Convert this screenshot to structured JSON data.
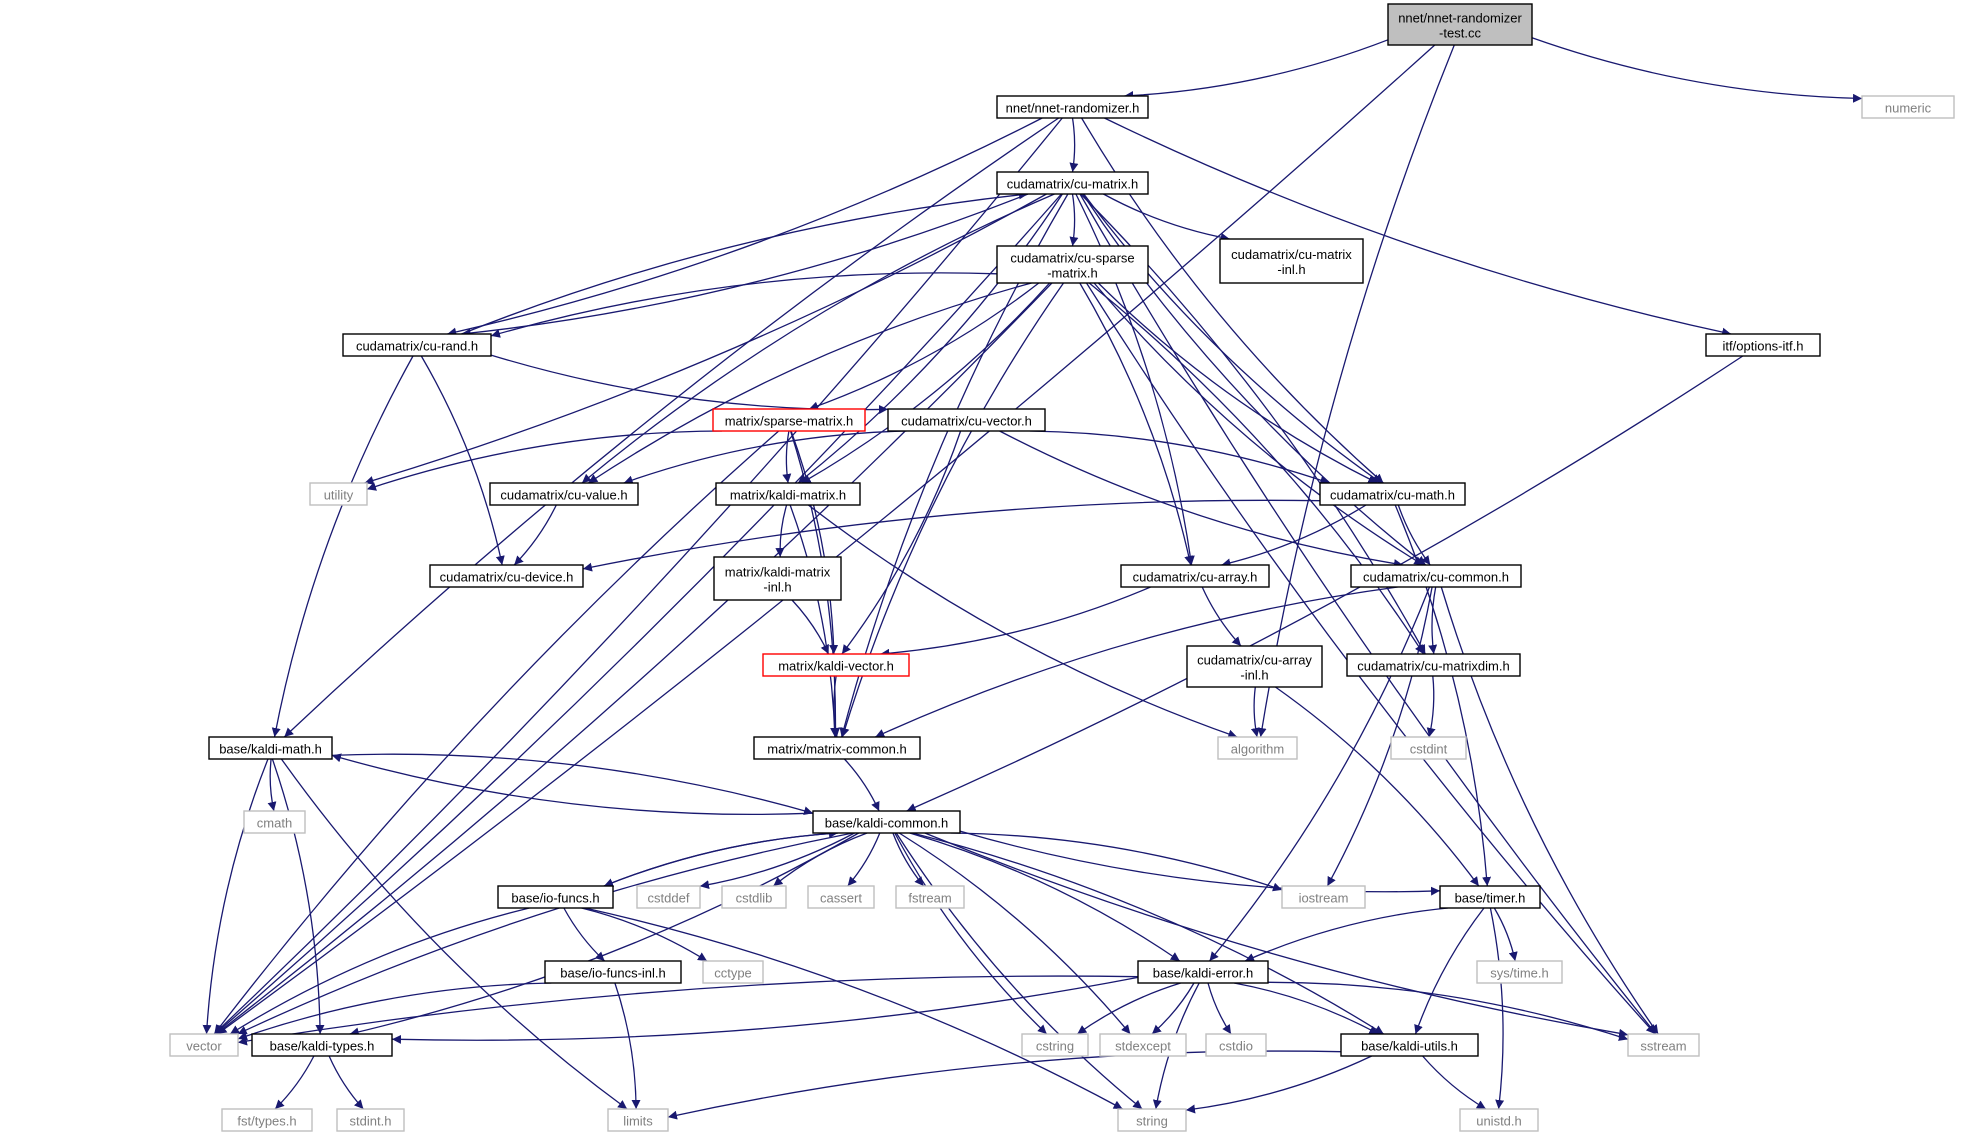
{
  "diagram": {
    "type": "include-dependency-graph",
    "colors": {
      "edge": "#191970",
      "root_fill": "#bfbfbf",
      "incomplete_border": "#ff0000",
      "external_border": "#bfbfbf",
      "external_text": "#808080"
    },
    "nodes": [
      {
        "id": "root",
        "lines": [
          "nnet/nnet-randomizer",
          "-test.cc"
        ],
        "kind": "root"
      },
      {
        "id": "nnet_randomizer_h",
        "lines": [
          "nnet/nnet-randomizer.h"
        ],
        "kind": "file"
      },
      {
        "id": "numeric",
        "lines": [
          "numeric"
        ],
        "kind": "external"
      },
      {
        "id": "cu_matrix_h",
        "lines": [
          "cudamatrix/cu-matrix.h"
        ],
        "kind": "file"
      },
      {
        "id": "cu_sparse_matrix_h",
        "lines": [
          "cudamatrix/cu-sparse",
          "-matrix.h"
        ],
        "kind": "file"
      },
      {
        "id": "cu_matrix_inl_h",
        "lines": [
          "cudamatrix/cu-matrix",
          "-inl.h"
        ],
        "kind": "file"
      },
      {
        "id": "options_itf_h",
        "lines": [
          "itf/options-itf.h"
        ],
        "kind": "file"
      },
      {
        "id": "cu_rand_h",
        "lines": [
          "cudamatrix/cu-rand.h"
        ],
        "kind": "file"
      },
      {
        "id": "sparse_matrix_h",
        "lines": [
          "matrix/sparse-matrix.h"
        ],
        "kind": "incomplete"
      },
      {
        "id": "cu_vector_h",
        "lines": [
          "cudamatrix/cu-vector.h"
        ],
        "kind": "file"
      },
      {
        "id": "utility",
        "lines": [
          "utility"
        ],
        "kind": "external"
      },
      {
        "id": "cu_value_h",
        "lines": [
          "cudamatrix/cu-value.h"
        ],
        "kind": "file"
      },
      {
        "id": "kaldi_matrix_h",
        "lines": [
          "matrix/kaldi-matrix.h"
        ],
        "kind": "file"
      },
      {
        "id": "cu_math_h",
        "lines": [
          "cudamatrix/cu-math.h"
        ],
        "kind": "file"
      },
      {
        "id": "cu_device_h",
        "lines": [
          "cudamatrix/cu-device.h"
        ],
        "kind": "file"
      },
      {
        "id": "kaldi_matrix_inl_h",
        "lines": [
          "matrix/kaldi-matrix",
          "-inl.h"
        ],
        "kind": "file"
      },
      {
        "id": "cu_array_h",
        "lines": [
          "cudamatrix/cu-array.h"
        ],
        "kind": "file"
      },
      {
        "id": "cu_common_h",
        "lines": [
          "cudamatrix/cu-common.h"
        ],
        "kind": "file"
      },
      {
        "id": "kaldi_vector_h",
        "lines": [
          "matrix/kaldi-vector.h"
        ],
        "kind": "incomplete"
      },
      {
        "id": "cu_array_inl_h",
        "lines": [
          "cudamatrix/cu-array",
          "-inl.h"
        ],
        "kind": "file"
      },
      {
        "id": "cu_matrixdim_h",
        "lines": [
          "cudamatrix/cu-matrixdim.h"
        ],
        "kind": "file"
      },
      {
        "id": "kaldi_math_h",
        "lines": [
          "base/kaldi-math.h"
        ],
        "kind": "file"
      },
      {
        "id": "matrix_common_h",
        "lines": [
          "matrix/matrix-common.h"
        ],
        "kind": "file"
      },
      {
        "id": "algorithm",
        "lines": [
          "algorithm"
        ],
        "kind": "external"
      },
      {
        "id": "cstdint",
        "lines": [
          "cstdint"
        ],
        "kind": "external"
      },
      {
        "id": "cmath",
        "lines": [
          "cmath"
        ],
        "kind": "external"
      },
      {
        "id": "kaldi_common_h",
        "lines": [
          "base/kaldi-common.h"
        ],
        "kind": "file"
      },
      {
        "id": "io_funcs_h",
        "lines": [
          "base/io-funcs.h"
        ],
        "kind": "file"
      },
      {
        "id": "cstddef",
        "lines": [
          "cstddef"
        ],
        "kind": "external"
      },
      {
        "id": "cstdlib",
        "lines": [
          "cstdlib"
        ],
        "kind": "external"
      },
      {
        "id": "cassert",
        "lines": [
          "cassert"
        ],
        "kind": "external"
      },
      {
        "id": "fstream",
        "lines": [
          "fstream"
        ],
        "kind": "external"
      },
      {
        "id": "iostream",
        "lines": [
          "iostream"
        ],
        "kind": "external"
      },
      {
        "id": "timer_h",
        "lines": [
          "base/timer.h"
        ],
        "kind": "file"
      },
      {
        "id": "io_funcs_inl_h",
        "lines": [
          "base/io-funcs-inl.h"
        ],
        "kind": "file"
      },
      {
        "id": "cctype",
        "lines": [
          "cctype"
        ],
        "kind": "external"
      },
      {
        "id": "kaldi_error_h",
        "lines": [
          "base/kaldi-error.h"
        ],
        "kind": "file"
      },
      {
        "id": "sys_time_h",
        "lines": [
          "sys/time.h"
        ],
        "kind": "external"
      },
      {
        "id": "vector",
        "lines": [
          "vector"
        ],
        "kind": "external"
      },
      {
        "id": "kaldi_types_h",
        "lines": [
          "base/kaldi-types.h"
        ],
        "kind": "file"
      },
      {
        "id": "cstring",
        "lines": [
          "cstring"
        ],
        "kind": "external"
      },
      {
        "id": "stdexcept",
        "lines": [
          "stdexcept"
        ],
        "kind": "external"
      },
      {
        "id": "cstdio",
        "lines": [
          "cstdio"
        ],
        "kind": "external"
      },
      {
        "id": "kaldi_utils_h",
        "lines": [
          "base/kaldi-utils.h"
        ],
        "kind": "file"
      },
      {
        "id": "sstream",
        "lines": [
          "sstream"
        ],
        "kind": "external"
      },
      {
        "id": "fst_types_h",
        "lines": [
          "fst/types.h"
        ],
        "kind": "external"
      },
      {
        "id": "stdint_h",
        "lines": [
          "stdint.h"
        ],
        "kind": "external"
      },
      {
        "id": "limits",
        "lines": [
          "limits"
        ],
        "kind": "external"
      },
      {
        "id": "string",
        "lines": [
          "string"
        ],
        "kind": "external"
      },
      {
        "id": "unistd_h",
        "lines": [
          "unistd.h"
        ],
        "kind": "external"
      }
    ],
    "edges": [
      [
        "root",
        "nnet_randomizer_h"
      ],
      [
        "root",
        "numeric"
      ],
      [
        "root",
        "vector"
      ],
      [
        "root",
        "algorithm"
      ],
      [
        "nnet_randomizer_h",
        "cu_matrix_h"
      ],
      [
        "nnet_randomizer_h",
        "options_itf_h"
      ],
      [
        "nnet_randomizer_h",
        "vector"
      ],
      [
        "nnet_randomizer_h",
        "kaldi_math_h"
      ],
      [
        "nnet_randomizer_h",
        "cu_rand_h"
      ],
      [
        "nnet_randomizer_h",
        "cu_math_h"
      ],
      [
        "cu_matrix_h",
        "cu_sparse_matrix_h"
      ],
      [
        "cu_matrix_h",
        "cu_matrix_inl_h"
      ],
      [
        "cu_matrix_h",
        "cu_rand_h"
      ],
      [
        "cu_matrix_h",
        "cu_value_h"
      ],
      [
        "cu_matrix_h",
        "kaldi_matrix_h"
      ],
      [
        "cu_matrix_h",
        "cu_math_h"
      ],
      [
        "cu_matrix_h",
        "cu_array_h"
      ],
      [
        "cu_matrix_h",
        "cu_common_h"
      ],
      [
        "cu_matrix_h",
        "cu_matrixdim_h"
      ],
      [
        "cu_matrix_h",
        "matrix_common_h"
      ],
      [
        "cu_matrix_h",
        "vector"
      ],
      [
        "cu_matrix_h",
        "sstream"
      ],
      [
        "cu_matrix_h",
        "utility"
      ],
      [
        "cu_sparse_matrix_h",
        "cu_rand_h"
      ],
      [
        "cu_sparse_matrix_h",
        "sparse_matrix_h"
      ],
      [
        "cu_sparse_matrix_h",
        "cu_value_h"
      ],
      [
        "cu_sparse_matrix_h",
        "kaldi_matrix_h"
      ],
      [
        "cu_sparse_matrix_h",
        "cu_math_h"
      ],
      [
        "cu_sparse_matrix_h",
        "cu_array_h"
      ],
      [
        "cu_sparse_matrix_h",
        "cu_common_h"
      ],
      [
        "cu_sparse_matrix_h",
        "cu_matrixdim_h"
      ],
      [
        "cu_sparse_matrix_h",
        "matrix_common_h"
      ],
      [
        "cu_sparse_matrix_h",
        "vector"
      ],
      [
        "cu_sparse_matrix_h",
        "sstream"
      ],
      [
        "cu_rand_h",
        "cu_matrix_h"
      ],
      [
        "cu_rand_h",
        "cu_vector_h"
      ],
      [
        "cu_rand_h",
        "cu_device_h"
      ],
      [
        "cu_rand_h",
        "kaldi_math_h"
      ],
      [
        "options_itf_h",
        "kaldi_common_h"
      ],
      [
        "sparse_matrix_h",
        "kaldi_matrix_h"
      ],
      [
        "sparse_matrix_h",
        "kaldi_vector_h"
      ],
      [
        "sparse_matrix_h",
        "utility"
      ],
      [
        "sparse_matrix_h",
        "matrix_common_h"
      ],
      [
        "sparse_matrix_h",
        "vector"
      ],
      [
        "cu_vector_h",
        "cu_math_h"
      ],
      [
        "cu_vector_h",
        "cu_value_h"
      ],
      [
        "cu_vector_h",
        "kaldi_vector_h"
      ],
      [
        "cu_vector_h",
        "cu_common_h"
      ],
      [
        "cu_value_h",
        "cu_device_h"
      ],
      [
        "kaldi_matrix_h",
        "kaldi_matrix_inl_h"
      ],
      [
        "kaldi_matrix_h",
        "matrix_common_h"
      ],
      [
        "kaldi_matrix_h",
        "algorithm"
      ],
      [
        "kaldi_matrix_inl_h",
        "kaldi_vector_h"
      ],
      [
        "cu_math_h",
        "cu_common_h"
      ],
      [
        "cu_math_h",
        "cu_array_h"
      ],
      [
        "cu_math_h",
        "cu_device_h"
      ],
      [
        "cu_math_h",
        "timer_h"
      ],
      [
        "cu_array_h",
        "cu_array_inl_h"
      ],
      [
        "cu_array_h",
        "kaldi_vector_h"
      ],
      [
        "cu_array_inl_h",
        "algorithm"
      ],
      [
        "cu_array_inl_h",
        "timer_h"
      ],
      [
        "cu_common_h",
        "cu_matrixdim_h"
      ],
      [
        "cu_common_h",
        "iostream"
      ],
      [
        "cu_common_h",
        "sstream"
      ],
      [
        "cu_common_h",
        "kaldi_error_h"
      ],
      [
        "cu_common_h",
        "matrix_common_h"
      ],
      [
        "cu_matrixdim_h",
        "cstdint"
      ],
      [
        "kaldi_vector_h",
        "matrix_common_h"
      ],
      [
        "matrix_common_h",
        "kaldi_common_h"
      ],
      [
        "kaldi_math_h",
        "cmath"
      ],
      [
        "kaldi_math_h",
        "kaldi_common_h"
      ],
      [
        "kaldi_math_h",
        "vector"
      ],
      [
        "kaldi_math_h",
        "kaldi_types_h"
      ],
      [
        "kaldi_math_h",
        "limits"
      ],
      [
        "kaldi_common_h",
        "kaldi_math_h"
      ],
      [
        "kaldi_common_h",
        "io_funcs_h"
      ],
      [
        "kaldi_common_h",
        "cstddef"
      ],
      [
        "kaldi_common_h",
        "cstdlib"
      ],
      [
        "kaldi_common_h",
        "cassert"
      ],
      [
        "kaldi_common_h",
        "fstream"
      ],
      [
        "kaldi_common_h",
        "iostream"
      ],
      [
        "kaldi_common_h",
        "timer_h"
      ],
      [
        "kaldi_common_h",
        "kaldi_error_h"
      ],
      [
        "kaldi_common_h",
        "vector"
      ],
      [
        "kaldi_common_h",
        "kaldi_types_h"
      ],
      [
        "kaldi_common_h",
        "cstring"
      ],
      [
        "kaldi_common_h",
        "stdexcept"
      ],
      [
        "kaldi_common_h",
        "string"
      ],
      [
        "kaldi_common_h",
        "kaldi_utils_h"
      ],
      [
        "kaldi_common_h",
        "sstream"
      ],
      [
        "io_funcs_h",
        "kaldi_common_h"
      ],
      [
        "io_funcs_h",
        "io_funcs_inl_h"
      ],
      [
        "io_funcs_h",
        "cctype"
      ],
      [
        "io_funcs_h",
        "vector"
      ],
      [
        "io_funcs_h",
        "string"
      ],
      [
        "io_funcs_inl_h",
        "vector"
      ],
      [
        "io_funcs_inl_h",
        "limits"
      ],
      [
        "timer_h",
        "kaldi_error_h"
      ],
      [
        "timer_h",
        "sys_time_h"
      ],
      [
        "timer_h",
        "kaldi_utils_h"
      ],
      [
        "timer_h",
        "unistd_h"
      ],
      [
        "kaldi_error_h",
        "vector"
      ],
      [
        "kaldi_error_h",
        "kaldi_types_h"
      ],
      [
        "kaldi_error_h",
        "cstring"
      ],
      [
        "kaldi_error_h",
        "stdexcept"
      ],
      [
        "kaldi_error_h",
        "cstdio"
      ],
      [
        "kaldi_error_h",
        "kaldi_utils_h"
      ],
      [
        "kaldi_error_h",
        "string"
      ],
      [
        "kaldi_error_h",
        "sstream"
      ],
      [
        "kaldi_utils_h",
        "limits"
      ],
      [
        "kaldi_utils_h",
        "string"
      ],
      [
        "kaldi_utils_h",
        "unistd_h"
      ],
      [
        "kaldi_types_h",
        "fst_types_h"
      ],
      [
        "kaldi_types_h",
        "stdint_h"
      ]
    ]
  }
}
